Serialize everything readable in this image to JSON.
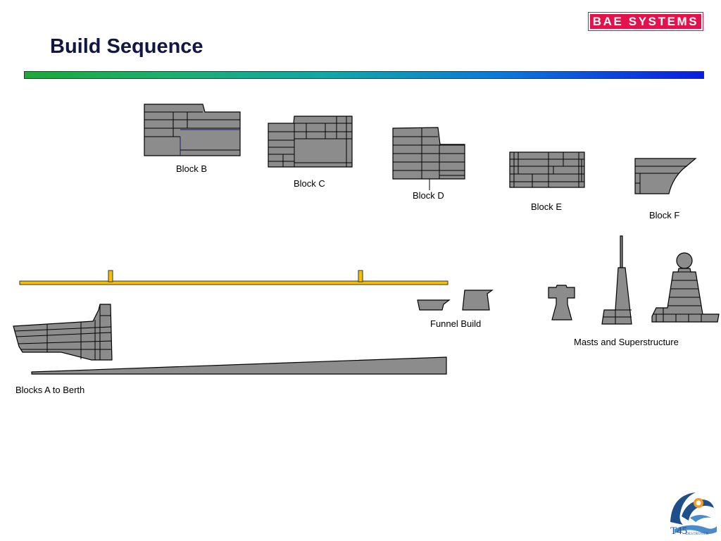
{
  "header": {
    "logo_text": "BAE SYSTEMS",
    "title": "Build Sequence",
    "colors": {
      "logo_red": "#e3124b",
      "title_navy": "#111642",
      "part_gray": "#8c8c8c",
      "rail_yellow": "#f5c000"
    }
  },
  "blocks": [
    {
      "id": "B",
      "label": "Block B"
    },
    {
      "id": "C",
      "label": "Block C"
    },
    {
      "id": "D",
      "label": "Block D"
    },
    {
      "id": "E",
      "label": "Block E"
    },
    {
      "id": "F",
      "label": "Block F"
    }
  ],
  "assembly": {
    "berth_label": "Blocks A to Berth",
    "funnel_label": "Funnel  Build",
    "masts_label": "Masts and Superstructure"
  },
  "footer": {
    "crest_icon": "t45-destroyer-crest-icon",
    "crest_text": "T45",
    "crest_subtext": "DESTROYER"
  }
}
